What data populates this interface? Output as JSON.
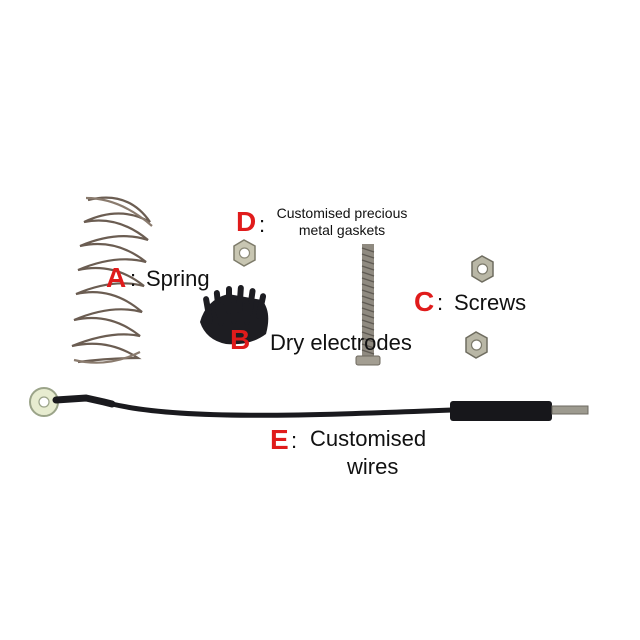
{
  "accent_color": "#e01b1b",
  "parts": {
    "spring": {
      "letter": "A",
      "sep": ":",
      "label": "Spring"
    },
    "electrodes": {
      "letter": "B",
      "label": "Dry electrodes"
    },
    "screws": {
      "letter": "C",
      "sep": ":",
      "label": "Screws"
    },
    "gaskets": {
      "letter": "D",
      "sep": ":",
      "label_line1": "Customised precious",
      "label_line2": "metal gaskets"
    },
    "wires": {
      "letter": "E",
      "sep": ":",
      "label_line1": "Customised",
      "label_line2": "wires"
    }
  }
}
